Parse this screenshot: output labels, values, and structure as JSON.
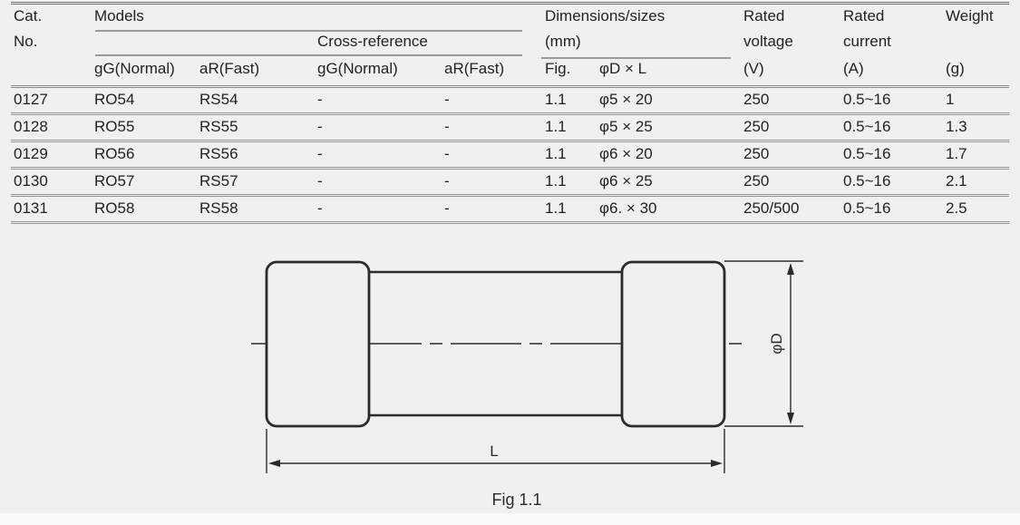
{
  "colors": {
    "background": "#f0f0f2",
    "table_rule": "#8a8a8a",
    "drawing_stroke": "#2b2b2b",
    "text": "#222222"
  },
  "table": {
    "header": {
      "cat_line1": "Cat.",
      "cat_line2": "No.",
      "models": "Models",
      "cross_reference": "Cross-reference",
      "dimensions_line1": "Dimensions/sizes",
      "dimensions_line2": "(mm)",
      "rated_voltage_line1": "Rated",
      "rated_voltage_line2": "voltage",
      "rated_voltage_unit": "(V)",
      "rated_current_line1": "Rated",
      "rated_current_line2": "current",
      "rated_current_unit": "(A)",
      "weight": "Weight",
      "weight_unit": "(g)",
      "sub": {
        "models_gg": "gG(Normal)",
        "models_ar": "aR(Fast)",
        "cross_gg": "gG(Normal)",
        "cross_ar": "aR(Fast)",
        "fig": "Fig.",
        "dxl": "φD × L"
      }
    },
    "rows": [
      {
        "cat": "0127",
        "gg": "RO54",
        "ar": "RS54",
        "cgg": "-",
        "car": "-",
        "fig": "1.1",
        "dxl": "φ5 × 20",
        "voltage": "250",
        "current": "0.5~16",
        "weight": "1"
      },
      {
        "cat": "0128",
        "gg": "RO55",
        "ar": "RS55",
        "cgg": "-",
        "car": "-",
        "fig": "1.1",
        "dxl": "φ5 × 25",
        "voltage": "250",
        "current": "0.5~16",
        "weight": "1.3"
      },
      {
        "cat": "0129",
        "gg": "RO56",
        "ar": "RS56",
        "cgg": "-",
        "car": "-",
        "fig": "1.1",
        "dxl": "φ6 × 20",
        "voltage": "250",
        "current": "0.5~16",
        "weight": "1.7"
      },
      {
        "cat": "0130",
        "gg": "RO57",
        "ar": "RS57",
        "cgg": "-",
        "car": "-",
        "fig": "1.1",
        "dxl": "φ6 × 25",
        "voltage": "250",
        "current": "0.5~16",
        "weight": "2.1"
      },
      {
        "cat": "0131",
        "gg": "RO58",
        "ar": "RS58",
        "cgg": "-",
        "car": "-",
        "fig": "1.1",
        "dxl": "φ6. × 30",
        "voltage": "250/500",
        "current": "0.5~16",
        "weight": "2.5"
      }
    ]
  },
  "figure": {
    "diameter_label": "φD",
    "length_label": "L",
    "caption": "Fig 1.1"
  }
}
